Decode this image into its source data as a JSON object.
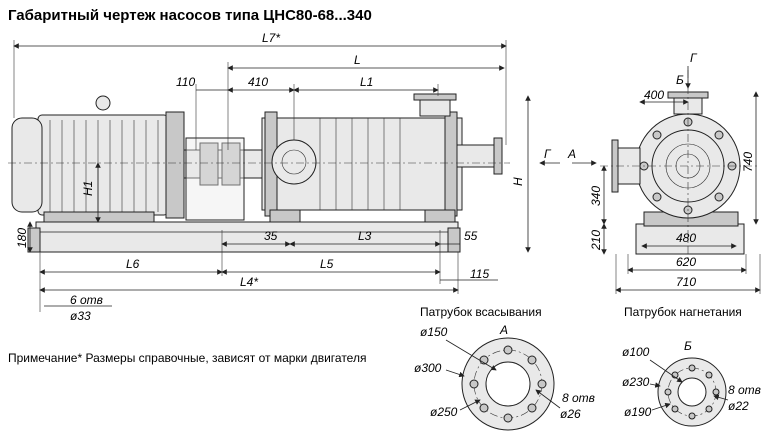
{
  "title": "Габаритный чертеж насосов типа ЦНС80-68...340",
  "note": "Примечание* Размеры справочные, зависят от марки двигателя",
  "side_view": {
    "dims": {
      "l7": "L7*",
      "l": "L",
      "d110": "110",
      "d410": "410",
      "l1": "L1",
      "h1": "H1",
      "h": "H",
      "d180": "180",
      "d35": "35",
      "l3": "L3",
      "d55": "55",
      "l6": "L6",
      "l5": "L5",
      "d115": "115",
      "l4": "L4*",
      "holes": "6 отв",
      "hole_dia": "ø33"
    }
  },
  "end_view": {
    "dims": {
      "g_top": "Г",
      "b_top": "Б",
      "d400": "400",
      "d740": "740",
      "d340": "340",
      "d210": "210",
      "d480": "480",
      "d620": "620",
      "d710": "710",
      "g_arrow": "Г",
      "a_arrow": "А"
    }
  },
  "suction": {
    "caption": "Патрубок всасывания",
    "letter": "А",
    "d_inner": "ø150",
    "d_bolt": "ø250",
    "d_outer": "ø300",
    "holes": "8 отв",
    "hole_dia": "ø26"
  },
  "discharge": {
    "caption": "Патрубок нагнетания",
    "letter": "Б",
    "d_inner": "ø100",
    "d_bolt": "ø190",
    "d_outer": "ø230",
    "holes": "8 отв",
    "hole_dia": "ø22"
  }
}
